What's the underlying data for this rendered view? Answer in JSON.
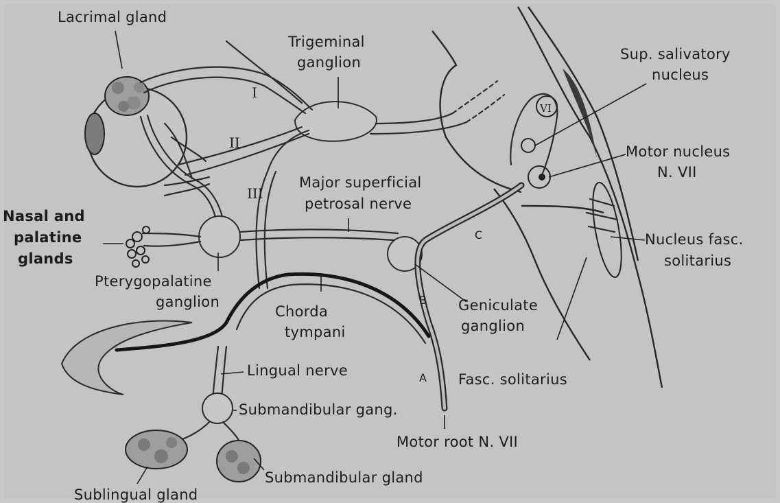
{
  "labels": {
    "lacrimal_gland": "Lacrimal gland",
    "trigeminal_1": "Trigeminal",
    "trigeminal_2": "ganglion",
    "sup_salivatory_1": "Sup. salivatory",
    "sup_salivatory_2": "nucleus",
    "motor_nucleus_1": "Motor nucleus",
    "motor_nucleus_2": "N. VII",
    "major_petrosal_1": "Major superficial",
    "major_petrosal_2": "petrosal nerve",
    "nasal_1": "Nasal and",
    "nasal_2": "palatine",
    "nasal_3": "glands",
    "nucleus_fasc_1": "Nucleus fasc.",
    "nucleus_fasc_2": "solitarius",
    "pterygopalatine_1": "Pterygopalatine",
    "pterygopalatine_2": "ganglion",
    "chorda_1": "Chorda",
    "chorda_2": "tympani",
    "geniculate_1": "Geniculate",
    "geniculate_2": "ganglion",
    "lingual_nerve": "Lingual nerve",
    "fasc_solitarius": "Fasc. solitarius",
    "submandibular_gang": "Submandibular gang.",
    "motor_root": "Motor root N. VII",
    "submandibular_gland": "Submandibular gland",
    "sublingual_gland": "Sublingual gland"
  },
  "nerve_numerals": {
    "I": "I",
    "II": "II",
    "III": "III",
    "VI": "VI"
  },
  "segment_letters": {
    "A": "A",
    "B": "B",
    "C": "C"
  }
}
